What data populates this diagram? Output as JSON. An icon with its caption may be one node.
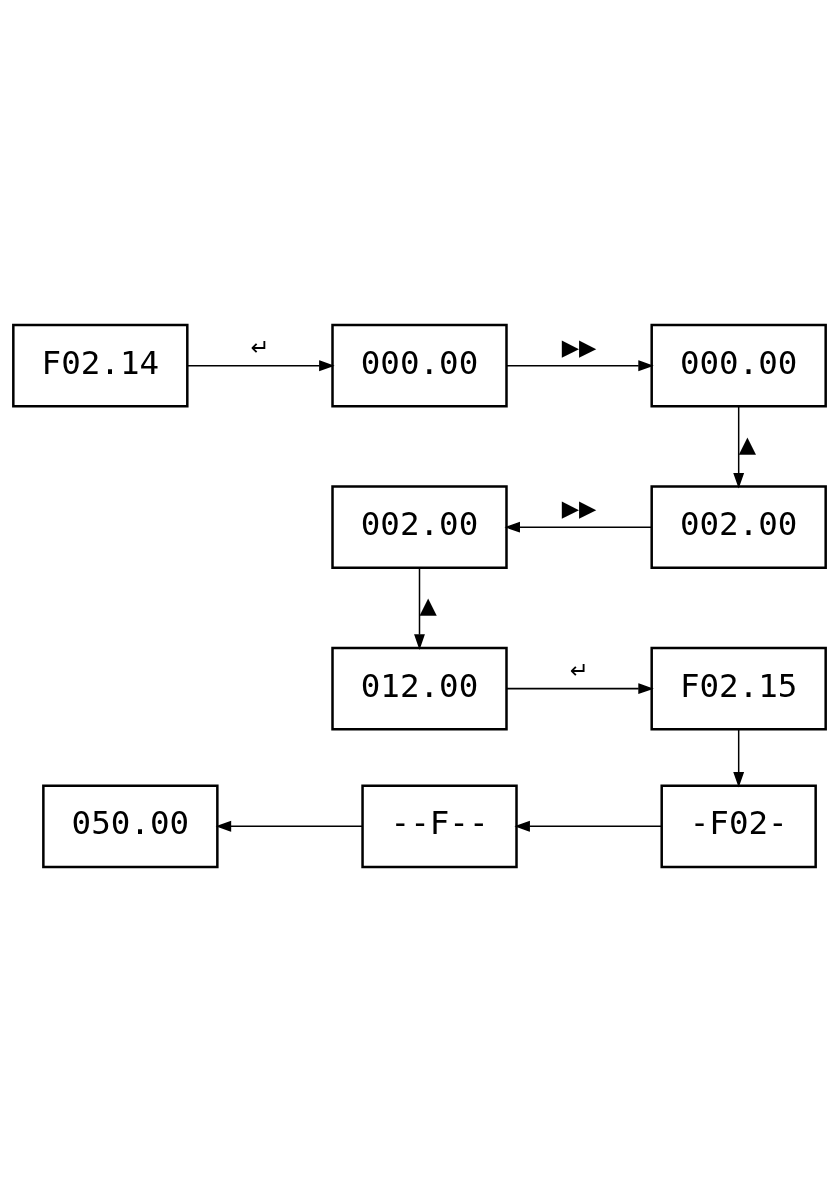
{
  "diagram": {
    "nodes": [
      {
        "text": [
          "F02.14"
        ]
      },
      {
        "text": [
          "000.00"
        ]
      },
      {
        "text": [
          "000.00"
        ]
      },
      {
        "text": [
          "002.00"
        ]
      },
      {
        "text": [
          "002.00"
        ]
      },
      {
        "text": [
          "012.00"
        ]
      },
      {
        "text": [
          "F02.15"
        ]
      },
      {
        "text": [
          "050.00"
        ]
      },
      {
        "text": [
          "--F--"
        ]
      },
      {
        "text": [
          "-F02-"
        ]
      }
    ],
    "edges": [
      {
        "from": 0,
        "to": 1,
        "arrow": "to",
        "label": "↵"
      },
      {
        "from": 1,
        "to": 2,
        "arrow": "to",
        "label": "▶▶"
      },
      {
        "from": 2,
        "to": 4,
        "arrow": "to",
        "label": "▲"
      },
      {
        "from": 4,
        "to": 3,
        "arrow": "to",
        "label": "▶▶"
      },
      {
        "from": 3,
        "to": 5,
        "arrow": "to",
        "label": "▲"
      },
      {
        "from": 5,
        "to": 6,
        "arrow": "to",
        "label": "↵"
      },
      {
        "from": 6,
        "to": 9,
        "arrow": "to"
      },
      {
        "from": 9,
        "to": 8,
        "arrow": "to"
      },
      {
        "from": 8,
        "to": 7,
        "arrow": "to"
      }
    ]
  }
}
